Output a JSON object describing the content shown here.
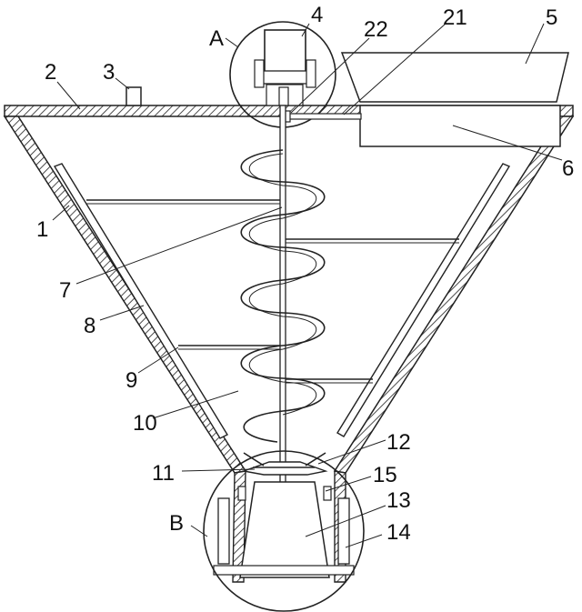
{
  "figure": {
    "callouts": {
      "1": "1",
      "2": "2",
      "3": "3",
      "4": "4",
      "5": "5",
      "6": "6",
      "7": "7",
      "8": "8",
      "9": "9",
      "10": "10",
      "11": "11",
      "12": "12",
      "13": "13",
      "14": "14",
      "15": "15",
      "21": "21",
      "22": "22",
      "A": "A",
      "B": "B"
    }
  }
}
